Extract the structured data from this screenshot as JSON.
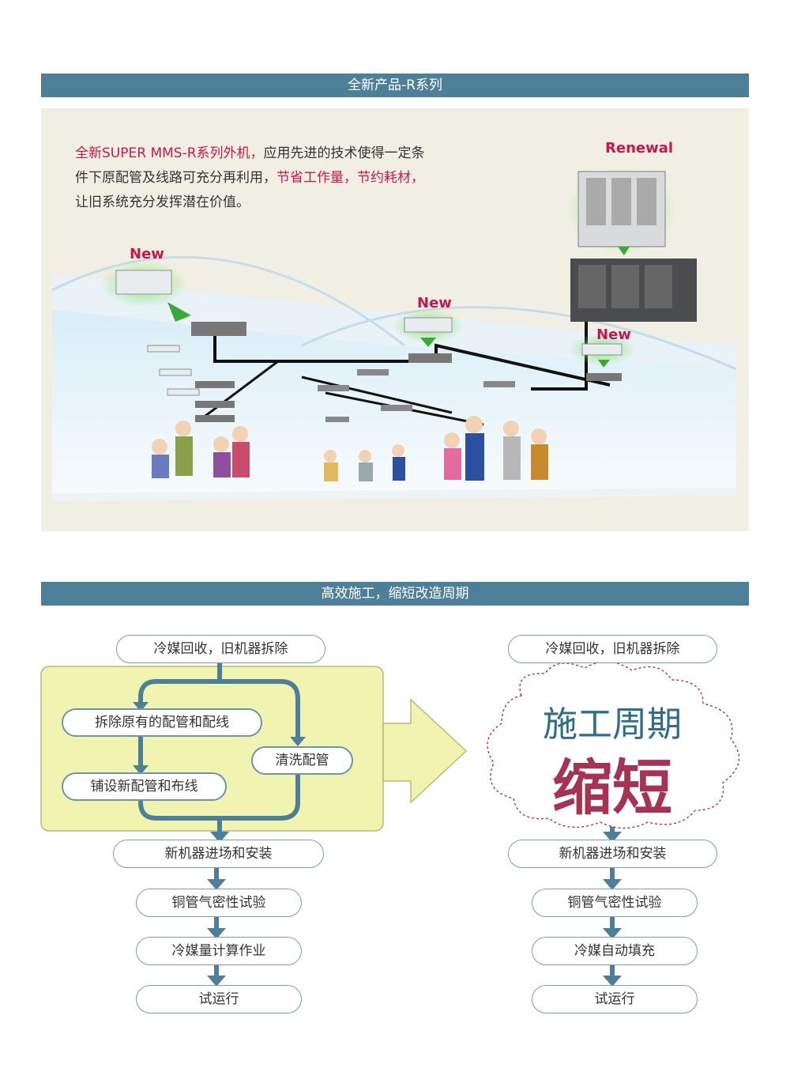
{
  "section1": {
    "title": "全新产品-R系列",
    "intro_hl": "全新SUPER MMS-R系列外机，",
    "intro_1": "应用先进的技术使得一定条",
    "intro_2": "件下原配管及线路可充分再利用，",
    "intro_hl2": "节省工作量，节约耗材，",
    "intro_3": "让旧系统充分发挥潜在价值。",
    "label_renewal": "Renewal",
    "label_new": "New"
  },
  "section2": {
    "title": "高效施工，缩短改造周期",
    "left": {
      "step1": "冷媒回收，旧机器拆除",
      "sub_a": "拆除原有的配管和配线",
      "sub_b": "清洗配管",
      "sub_c": "铺设新配管和布线",
      "step2": "新机器进场和安装",
      "step3": "铜管气密性试验",
      "step4": "冷媒量计算作业",
      "step5": "试运行"
    },
    "right": {
      "step1": "冷媒回收，旧机器拆除",
      "cloud_line1": "施工周期",
      "cloud_line2": "缩短",
      "step2": "新机器进场和安装",
      "step3": "铜管气密性试验",
      "step4": "冷媒自动填充",
      "step5": "试运行"
    }
  },
  "colors": {
    "bar": "#4e7f98",
    "accent": "#c8174e",
    "yellow_box": "#f1f3b0",
    "arrow": "#4e7f98"
  }
}
